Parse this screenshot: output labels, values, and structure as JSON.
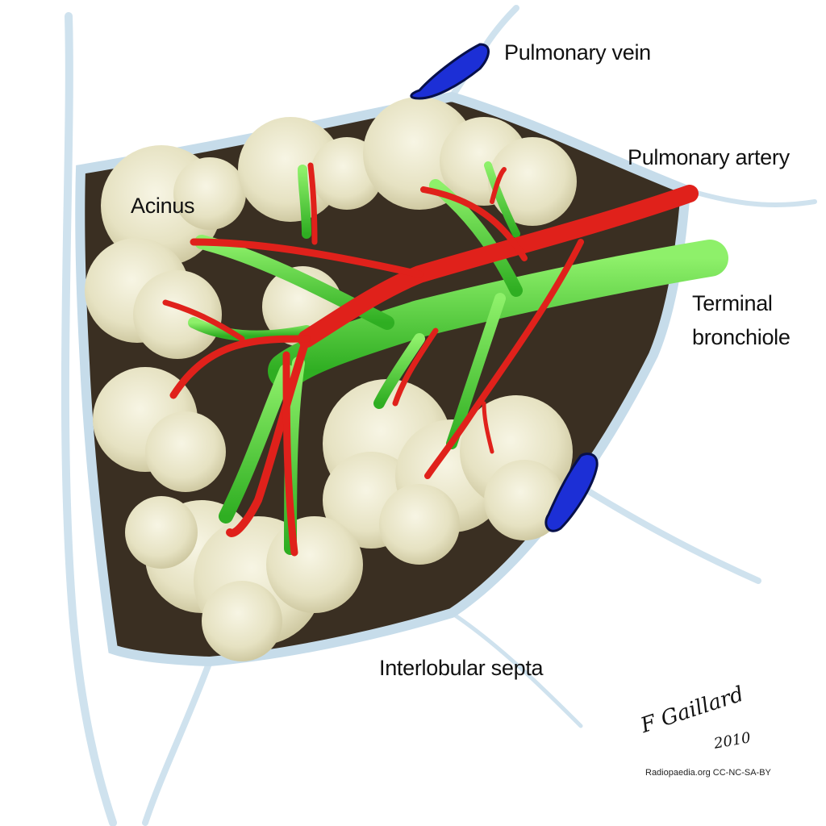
{
  "labels": {
    "pulmonary_vein": "Pulmonary vein",
    "pulmonary_artery": "Pulmonary artery",
    "acinus": "Acinus",
    "terminal_bronchiole_line1": "Terminal",
    "terminal_bronchiole_line2": "bronchiole",
    "interlobular_septa": "Interlobular septa"
  },
  "signature": {
    "name": "F Gaillard",
    "year": "2010"
  },
  "credit": "Radiopaedia.org CC-NC-SA-BY",
  "colors": {
    "lobule_background": "#3a2f22",
    "septa": "#bcd6e6",
    "acinus": "#ece8cc",
    "bronchiole": "#57d23a",
    "artery": "#e0211b",
    "vein": "#1c2fd6"
  }
}
